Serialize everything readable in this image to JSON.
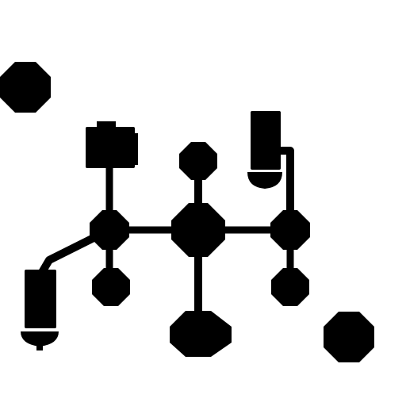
{
  "diagram": {
    "kind": "silhouette node-link network",
    "ink_color": "#000000",
    "background_color": "#ffffff",
    "nodes": [
      {
        "id": "corner-node-top-left",
        "shape": "octagon"
      },
      {
        "id": "icon-node-camera",
        "shape": "camera"
      },
      {
        "id": "icon-node-lamp-top-right",
        "shape": "lamp"
      },
      {
        "id": "top-center-node",
        "shape": "octagon"
      },
      {
        "id": "left-hub-node",
        "shape": "octagon"
      },
      {
        "id": "central-hub-node",
        "shape": "octagon"
      },
      {
        "id": "right-hub-node",
        "shape": "octagon"
      },
      {
        "id": "icon-node-lamp-bottom-left",
        "shape": "lamp"
      },
      {
        "id": "left-leaf-node",
        "shape": "octagon"
      },
      {
        "id": "right-leaf-node",
        "shape": "octagon"
      },
      {
        "id": "bottom-center-node",
        "shape": "octagon"
      },
      {
        "id": "corner-node-bottom-right",
        "shape": "octagon"
      }
    ],
    "edges": [
      {
        "from": "left-hub-node",
        "to": "central-hub-node"
      },
      {
        "from": "central-hub-node",
        "to": "right-hub-node"
      },
      {
        "from": "top-center-node",
        "to": "central-hub-node"
      },
      {
        "from": "central-hub-node",
        "to": "bottom-center-node"
      },
      {
        "from": "icon-node-camera",
        "to": "left-hub-node"
      },
      {
        "from": "left-hub-node",
        "to": "left-leaf-node"
      },
      {
        "from": "left-hub-node",
        "to": "icon-node-lamp-bottom-left"
      },
      {
        "from": "icon-node-lamp-top-right",
        "to": "right-hub-node"
      },
      {
        "from": "right-hub-node",
        "to": "right-leaf-node"
      }
    ]
  }
}
